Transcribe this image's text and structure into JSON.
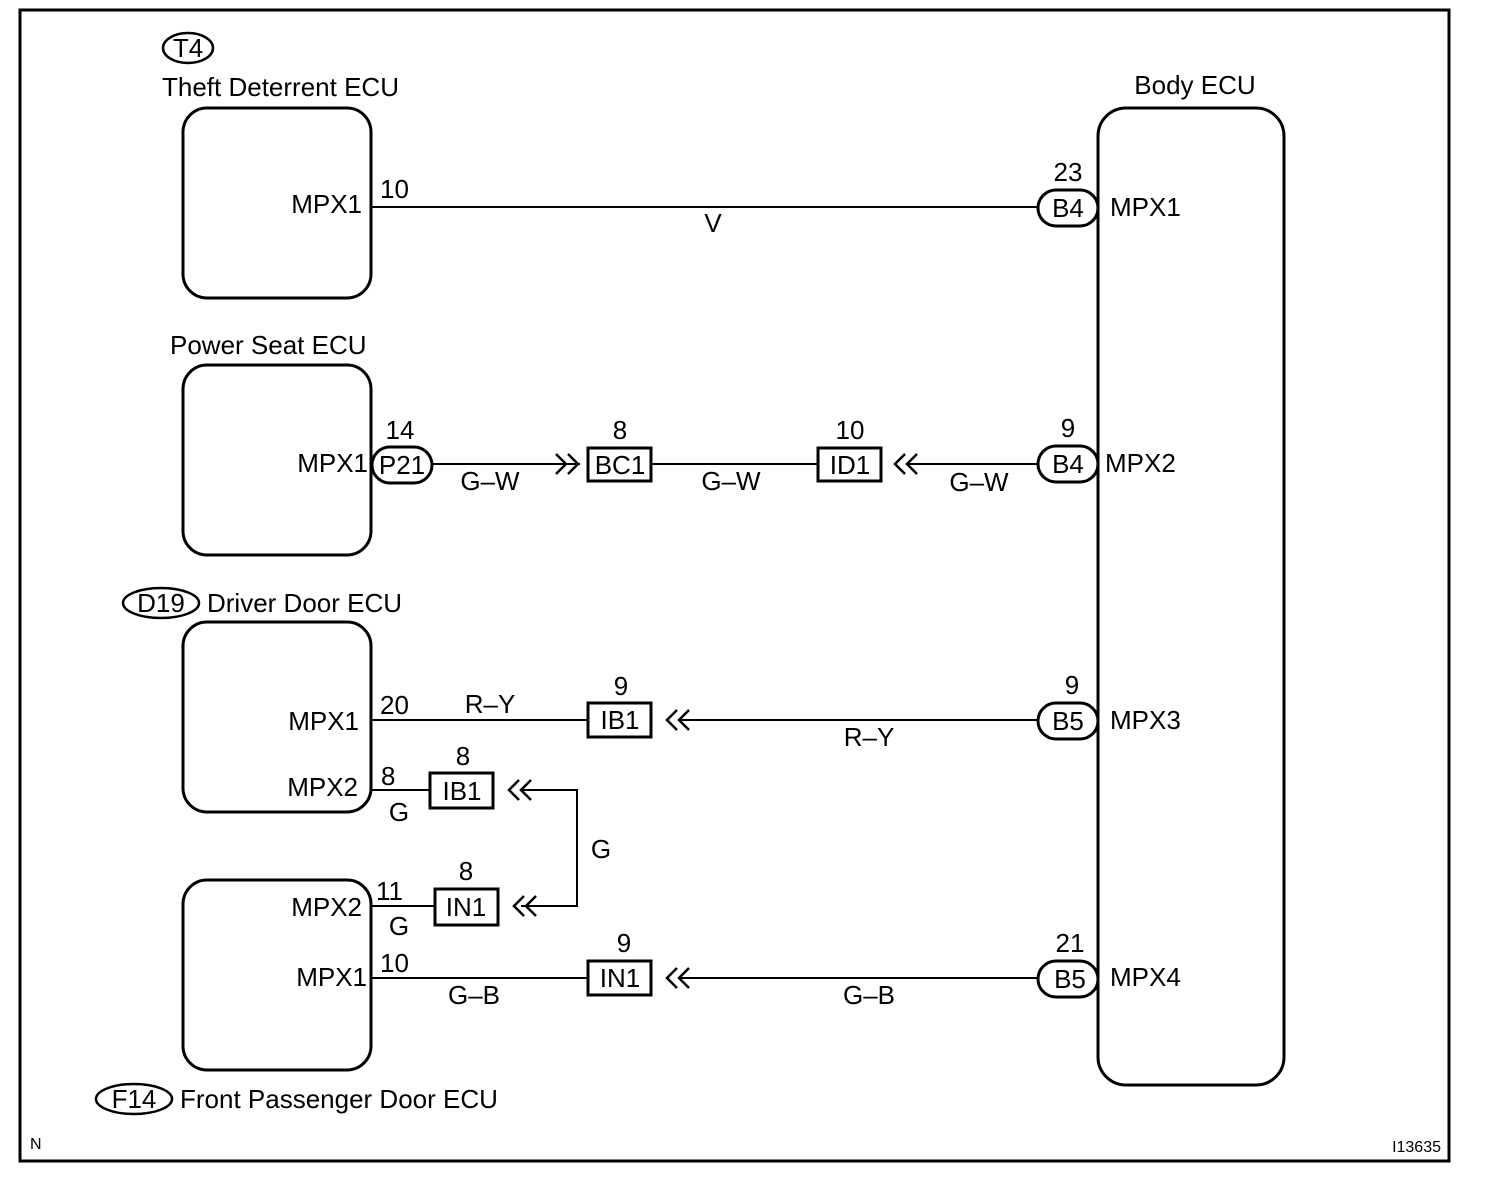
{
  "corner_label": "N",
  "figure_id": "I13635",
  "body_ecu": {
    "title": "Body ECU",
    "pins": [
      {
        "name": "MPX1",
        "connector": "B4",
        "pin": "23"
      },
      {
        "name": "MPX2",
        "connector": "B4",
        "pin": "9"
      },
      {
        "name": "MPX3",
        "connector": "B5",
        "pin": "9"
      },
      {
        "name": "MPX4",
        "connector": "B5",
        "pin": "21"
      }
    ]
  },
  "theft_ecu": {
    "title": "Theft Deterrent ECU",
    "connector": "T4",
    "pin_name": "MPX1",
    "pin": "10",
    "wire": "V"
  },
  "power_seat_ecu": {
    "title": "Power Seat ECU",
    "pin_name": "MPX1",
    "connector": "P21",
    "pin": "14",
    "wires": [
      "G–W",
      "G–W",
      "G–W"
    ],
    "junction1": {
      "label": "BC1",
      "pin": "8"
    },
    "junction2": {
      "label": "ID1",
      "pin": "10"
    }
  },
  "driver_door_ecu": {
    "title": "Driver Door ECU",
    "connector": "D19",
    "mpx1": {
      "name": "MPX1",
      "pin": "20",
      "wire": "R–Y",
      "junction": "IB1",
      "junction_pin": "9",
      "wire_right": "R–Y"
    },
    "mpx2": {
      "name": "MPX2",
      "pin": "8",
      "wire": "G",
      "junction": "IB1",
      "junction_pin": "8"
    }
  },
  "front_passenger_door_ecu": {
    "title": "Front Passenger Door ECU",
    "connector": "F14",
    "mpx2": {
      "name": "MPX2",
      "pin": "11",
      "wire": "G",
      "junction": "IN1",
      "junction_pin": "8"
    },
    "mpx1": {
      "name": "MPX1",
      "pin": "10",
      "wire": "G–B",
      "junction": "IN1",
      "junction_pin": "9",
      "wire_right": "G–B"
    }
  },
  "link_wire": "G"
}
